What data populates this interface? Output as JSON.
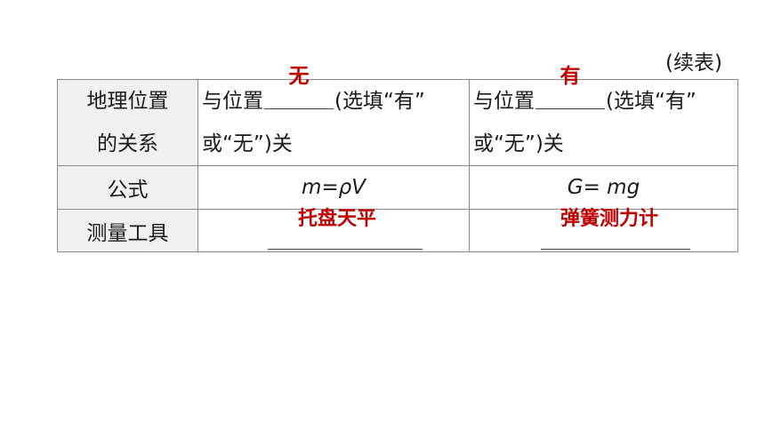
{
  "continued_label": "(续表)",
  "rows": [
    {
      "header_line1": "地理位置",
      "header_line2": "的关系",
      "col_a": {
        "prefix": "与位置",
        "answer": "无",
        "suffix": "(选填“有”",
        "line2": "或“无”)关"
      },
      "col_b": {
        "prefix": "与位置",
        "answer": "有",
        "suffix": "(选填“有”",
        "line2": "或“无”)关"
      }
    },
    {
      "header": "公式",
      "col_a": "m=ρV",
      "col_b": "G= mg"
    },
    {
      "header": "测量工具",
      "col_a": "托盘天平",
      "col_b": "弹簧测力计"
    }
  ],
  "colors": {
    "answer": "#c00000",
    "header_bg": "#f0f0f0",
    "border": "#8a8a8a"
  }
}
